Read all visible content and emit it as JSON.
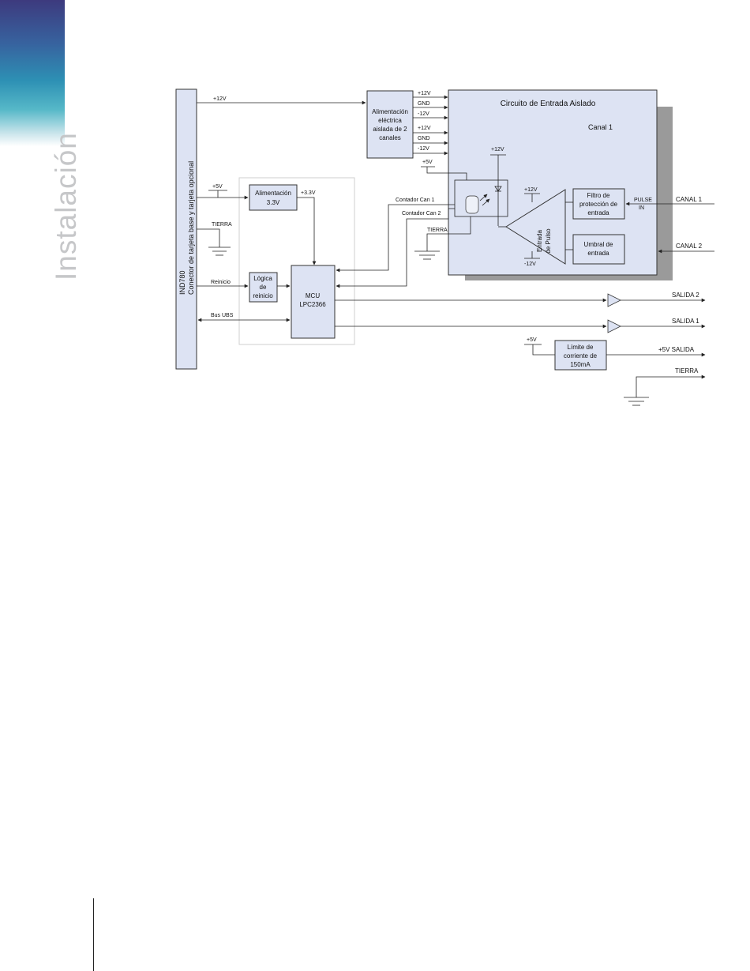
{
  "sidebar": {
    "section_title": "Instalación"
  },
  "diagram": {
    "connector": {
      "line1": "IND780",
      "line2": "Conector de tarjeta base y tarjeta opcional"
    },
    "signals": {
      "plus12v": "+12V",
      "plus5v": "+5V",
      "tierra": "TIERRA",
      "reinicio": "Reinicio",
      "bus": "Bus UBS",
      "plus33v": "+3.3V",
      "contador1": "Contador Can  1",
      "contador2": "Contador Can 2",
      "gnd": "GND",
      "minus12v": "-12V"
    },
    "blocks": {
      "power_supply": [
        "Alimentación",
        "eléctrica",
        "aislada de 2",
        "canales"
      ],
      "alim33": [
        "Alimentación",
        "3.3V"
      ],
      "reset_logic": [
        "Lógica",
        "de",
        "reinicio"
      ],
      "mcu": [
        "MCU",
        "LPC2366"
      ],
      "isolated_title": "Circuito de Entrada Aislado",
      "canal1_label": "Canal 1",
      "pulse_input": [
        "Entrada",
        "de Pulso"
      ],
      "filter": [
        "Filtro de",
        "protección de",
        "entrada"
      ],
      "threshold": [
        "Umbral de",
        "entrada"
      ],
      "current_limit": [
        "Límite de",
        "corriente de",
        "150mA"
      ]
    },
    "io": {
      "pulse_in": [
        "PULSE",
        "IN"
      ],
      "canal1": "CANAL 1",
      "canal2": "CANAL 2",
      "salida2": "SALIDA 2",
      "salida1": "SALIDA 1",
      "plus5v_salida": "+5V SALIDA",
      "tierra_out": "TIERRA"
    }
  }
}
